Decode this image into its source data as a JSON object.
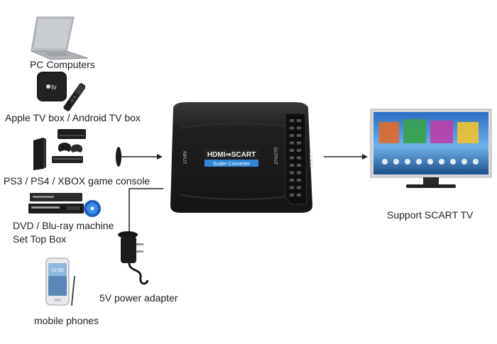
{
  "sources": {
    "pc": "PC  Computers",
    "apple_tv": "Apple TV box / Android TV box",
    "console": "PS3 / PS4 / XBOX game console",
    "dvd_line1": "DVD / Blu-ray machine",
    "dvd_line2": "Set Top Box",
    "mobile": "mobile phones"
  },
  "power": "5V power adapter",
  "device": {
    "brand": "HDMI⇒SCART",
    "subtitle": "Scaler Converter",
    "input_port": "INPUT",
    "output_port": "OUTPUT",
    "scart_port": "SCART"
  },
  "target": "Support SCART TV",
  "phone_time": "12:00",
  "apple_tv_logo": "tv",
  "colors": {
    "device_body": "#1c1c1c",
    "device_label": "#2f86d6",
    "tv_screen": "#3d8fd9"
  },
  "icons": [
    "laptop-icon",
    "apple-tv-icon",
    "console-icon",
    "dvd-player-icon",
    "mobile-phone-icon",
    "power-adapter-icon",
    "scart-tv-icon"
  ]
}
